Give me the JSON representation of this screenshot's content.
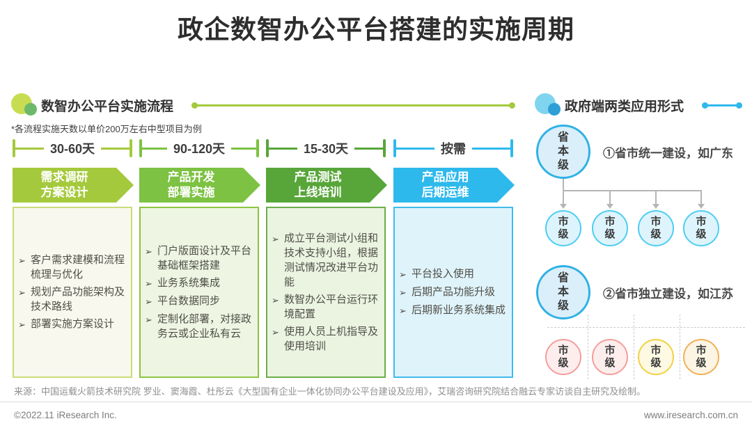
{
  "title": "政企数智办公平台搭建的实施周期",
  "icons": {
    "arrow_bullet": "➢"
  },
  "colors": {
    "phase_colors": [
      "#a5c93c",
      "#7dc242",
      "#58a63a",
      "#2eb9ec"
    ],
    "box_backgrounds": [
      "#f8f8ee",
      "#eef5e3",
      "#ebf3e1",
      "#dff3fb"
    ],
    "box_borders": [
      "#c9dc77",
      "#8cc63f",
      "#6cae4a",
      "#3fbcea"
    ],
    "left_accent": "#a3c93c",
    "right_accent": "#2eb9ec",
    "province_circle_border": "#2fb1e4",
    "city_circle_borders": [
      "#4ecdf2",
      "#f49e9b",
      "#f1d145",
      "#f1b055"
    ],
    "connector_gray": "#b5b5b5"
  },
  "left_panel": {
    "header": "数智办公平台实施流程",
    "note": "*各流程实施天数以单价200万左右中型项目为例",
    "phases": [
      {
        "duration": "30-60天",
        "title_line1": "需求调研",
        "title_line2": "方案设计",
        "items": [
          "客户需求建模和流程梳理与优化",
          "规划产品功能架构及技术路线",
          "部署实施方案设计"
        ]
      },
      {
        "duration": "90-120天",
        "title_line1": "产品开发",
        "title_line2": "部署实施",
        "items": [
          "门户版面设计及平台基础框架搭建",
          "业务系统集成",
          "平台数据同步",
          "定制化部署，对接政务云或企业私有云"
        ]
      },
      {
        "duration": "15-30天",
        "title_line1": "产品测试",
        "title_line2": "上线培训",
        "items": [
          "成立平台测试小组和技术支持小组，根据测试情况改进平台功能",
          "数智办公平台运行环境配置",
          "使用人员上机指导及使用培训"
        ]
      },
      {
        "duration": "按需",
        "title_line1": "产品应用",
        "title_line2": "后期运维",
        "items": [
          "平台投入使用",
          "后期产品功能升级",
          "后期新业务系统集成"
        ]
      }
    ]
  },
  "right_panel": {
    "header": "政府端两类应用形式",
    "groups": [
      {
        "root": "省本级",
        "label": "①省市统一建设，如广东",
        "children": [
          "市级",
          "市级",
          "市级",
          "市级"
        ]
      },
      {
        "root": "省本级",
        "label": "②省市独立建设，如江苏",
        "children": [
          "市级",
          "市级",
          "市级",
          "市级"
        ]
      }
    ]
  },
  "footer": {
    "source": "来源：中国运载火箭技术研究院 罗业、窦海霞、杜彤云《大型国有企业一体化协同办公平台建设及应用》，艾瑞咨询研究院结合融云专家访谈自主研究及绘制。",
    "copyright": "©2022.11 iResearch Inc.",
    "website": "www.iresearch.com.cn"
  }
}
